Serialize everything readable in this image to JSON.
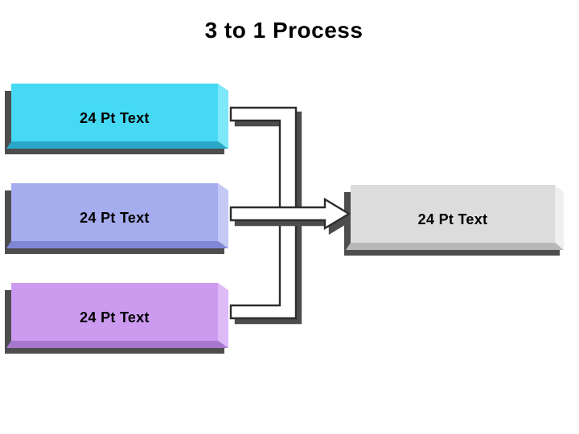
{
  "title": "3 to 1 Process",
  "colors": {
    "background": "#ffffff",
    "shadow": "#4d4d4d",
    "outline": "#2d2d2d",
    "connector_fill": "#ffffff"
  },
  "boxes": {
    "source1": {
      "label": "24 Pt Text",
      "face": "#46d9f3",
      "bevel_dark": "#2aa6c6",
      "bevel_light": "#7ce8fa"
    },
    "source2": {
      "label": "24 Pt Text",
      "face": "#a6adee",
      "bevel_dark": "#7f87d6",
      "bevel_light": "#c4c9f6"
    },
    "source3": {
      "label": "24 Pt Text",
      "face": "#cc9bef",
      "bevel_dark": "#a878d0",
      "bevel_light": "#debaf7"
    },
    "target": {
      "label": "24 Pt Text",
      "face": "#dcdcdc",
      "bevel_dark": "#b8b8b8",
      "bevel_light": "#efefef"
    }
  },
  "connector": {
    "type": "bracket-merge",
    "description": "three source stubs join vertical spine, middle branch continues as arrow into target",
    "direction": "left-to-right"
  }
}
